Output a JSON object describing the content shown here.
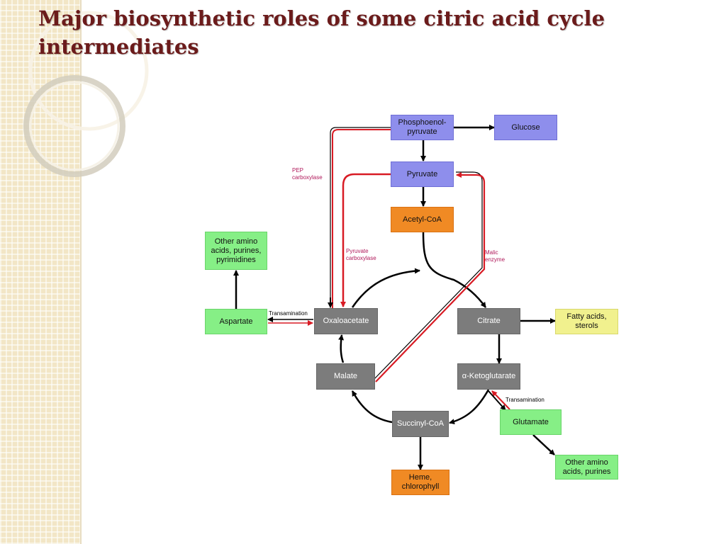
{
  "slide": {
    "title": "Major biosynthetic roles of some citric acid cycle intermediates"
  },
  "nodes": {
    "pep": "Phosphoenol-\npyruvate",
    "glucose": "Glucose",
    "pyruvate": "Pyruvate",
    "acetyl_coa": "Acetyl-CoA",
    "other_amino_top": "Other amino\nacids, purines,\npyrimidines",
    "aspartate": "Aspartate",
    "oxaloacetate": "Oxaloacetate",
    "citrate": "Citrate",
    "fatty_acids": "Fatty acids,\nsterols",
    "malate": "Malate",
    "ketoglutarate": "α-Ketoglutarate",
    "succinyl_coa": "Succinyl-CoA",
    "glutamate": "Glutamate",
    "other_amino_bottom": "Other amino\nacids, purines",
    "heme": "Heme,\nchlorophyll"
  },
  "enzymes": {
    "pep_carboxylase": "PEP\ncarboxylase",
    "pyruvate_carboxylase": "Pyruvate\ncarboxylase",
    "malic_enzyme": "Malic\nenzyme",
    "transamination_left": "Transamination",
    "transamination_right": "Transamination"
  },
  "colors": {
    "title": "#6b1b1b",
    "enzyme_text": "#b0185a",
    "red_path": "#d81b24",
    "blue_box": "#8e8eec",
    "orange_box": "#f08a24",
    "gray_box": "#7c7c7c",
    "green_box": "#86ef86",
    "yellow_box": "#f1f18e"
  }
}
